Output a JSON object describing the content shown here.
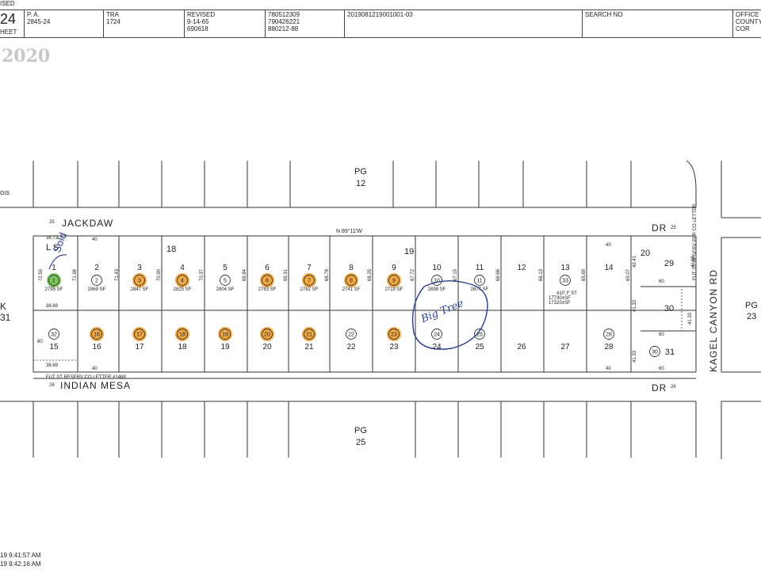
{
  "header": {
    "edge_top": "ISED",
    "edge_num": "24",
    "edge_sheet": "HEET",
    "pa_label": "P. A.",
    "pa_value": "2845-24",
    "tra_label": "TRA",
    "tra_value": "1724",
    "revised_label": "REVISED",
    "revised_date": "9-14-65",
    "revised_num": "690618",
    "rev_codes": [
      "780512309",
      "790426221",
      "880212-88"
    ],
    "doc_id": "2019081219001001-03",
    "search_label": "SEARCH NO",
    "office_lines": [
      "OFFICE",
      "COUNTY",
      "COR"
    ]
  },
  "watermark": "2020",
  "labels": {
    "pg_top": "PG",
    "pg_top_num": "12",
    "pg_bottom": "PG",
    "pg_bottom_num": "25",
    "pg_right": "PG",
    "pg_right_num": "23",
    "street_top": "JACKDAW",
    "street_top_dr": "DR",
    "street_bottom": "INDIAN  MESA",
    "street_bottom_dr": "DR",
    "street_right": "KAGEL CANYON RD",
    "bearing": "N 89°11'W",
    "tract_18": "18",
    "tract_19": "19",
    "res_bottom": "FUT ST RESERV CO LETTER #1488",
    "res_right": "FUT ST RESERV PER CO LETTER",
    "gis": "GIS",
    "left_k": "K",
    "left_31": "31",
    "dim_40": "40",
    "dim_60": "60",
    "dim_25": "25",
    "dim_26": "26",
    "ft_label": "410' F ST",
    "sf_17730": "17730±SF",
    "sf_17320": "17320±SF",
    "ls_note": "L S",
    "sold_note": "Sold",
    "big_tree_note": "Big Tree",
    "footer_1": "19 9:41:57 AM",
    "footer_2": "19 9:42:16 AM"
  },
  "parcels_top": [
    {
      "lot": "1",
      "circle": "1",
      "status": "sold",
      "sf": "2795 SF"
    },
    {
      "lot": "2",
      "circle": "2",
      "status": "plain",
      "sf": "2869 SF"
    },
    {
      "lot": "3",
      "circle": "3",
      "status": "highlighted",
      "sf": "2847 SF"
    },
    {
      "lot": "4",
      "circle": "4",
      "status": "highlighted",
      "sf": "2825 SF"
    },
    {
      "lot": "5",
      "circle": "5",
      "status": "plain",
      "sf": "2804 SF"
    },
    {
      "lot": "6",
      "circle": "6",
      "status": "highlighted",
      "sf": "2783 SF"
    },
    {
      "lot": "7",
      "circle": "7",
      "status": "highlighted",
      "sf": "2762 SF"
    },
    {
      "lot": "8",
      "circle": "8",
      "status": "highlighted",
      "sf": "2741 SF"
    },
    {
      "lot": "9",
      "circle": "9",
      "status": "highlighted",
      "sf": "2719 SF"
    },
    {
      "lot": "10",
      "circle": "10",
      "status": "plain",
      "sf": "2698 SF"
    },
    {
      "lot": "11",
      "circle": "11",
      "status": "plain",
      "sf": "2677 SF"
    },
    {
      "lot": "12",
      "circle": "",
      "status": "none",
      "sf": ""
    },
    {
      "lot": "13",
      "circle": "33",
      "status": "plain",
      "sf": ""
    },
    {
      "lot": "14",
      "circle": "",
      "status": "none",
      "sf": ""
    }
  ],
  "parcels_bottom": [
    {
      "lot": "15",
      "circle": "32",
      "status": "plain"
    },
    {
      "lot": "16",
      "circle": "16",
      "status": "highlighted"
    },
    {
      "lot": "17",
      "circle": "17",
      "status": "highlighted"
    },
    {
      "lot": "18",
      "circle": "18",
      "status": "highlighted"
    },
    {
      "lot": "19",
      "circle": "19",
      "status": "highlighted"
    },
    {
      "lot": "20",
      "circle": "20",
      "status": "highlighted"
    },
    {
      "lot": "21",
      "circle": "21",
      "status": "highlighted"
    },
    {
      "lot": "22",
      "circle": "22",
      "status": "plain"
    },
    {
      "lot": "23",
      "circle": "23",
      "status": "highlighted"
    },
    {
      "lot": "24",
      "circle": "24",
      "status": "plain"
    },
    {
      "lot": "25",
      "circle": "25",
      "status": "plain"
    },
    {
      "lot": "26",
      "circle": "",
      "status": "none"
    },
    {
      "lot": "27",
      "circle": "",
      "status": "none"
    },
    {
      "lot": "28",
      "circle": "28",
      "status": "plain"
    }
  ],
  "right_parcels": [
    {
      "lot": "20",
      "circle": ""
    },
    {
      "lot": "29",
      "circle": ""
    },
    {
      "lot": "30",
      "circle": ""
    },
    {
      "lot": "31",
      "circle": "30"
    }
  ],
  "depth_dims": [
    "72.50",
    "71.96",
    "71.43",
    "70.90",
    "70.37",
    "69.84",
    "69.31",
    "68.78",
    "68.25",
    "67.72",
    "67.19",
    "66.66",
    "66.13",
    "65.60",
    "65.07"
  ],
  "top_dim": "38.73",
  "bottom_dim": "38.69",
  "right_dims": [
    "42.41",
    "41.68",
    "41.33",
    "41.33",
    "41.33"
  ],
  "colors": {
    "highlight": "#f0a030",
    "highlight_ring": "#e08a10",
    "sold": "#6cc04a",
    "ink": "#333333",
    "pen": "#2a3f8a"
  }
}
